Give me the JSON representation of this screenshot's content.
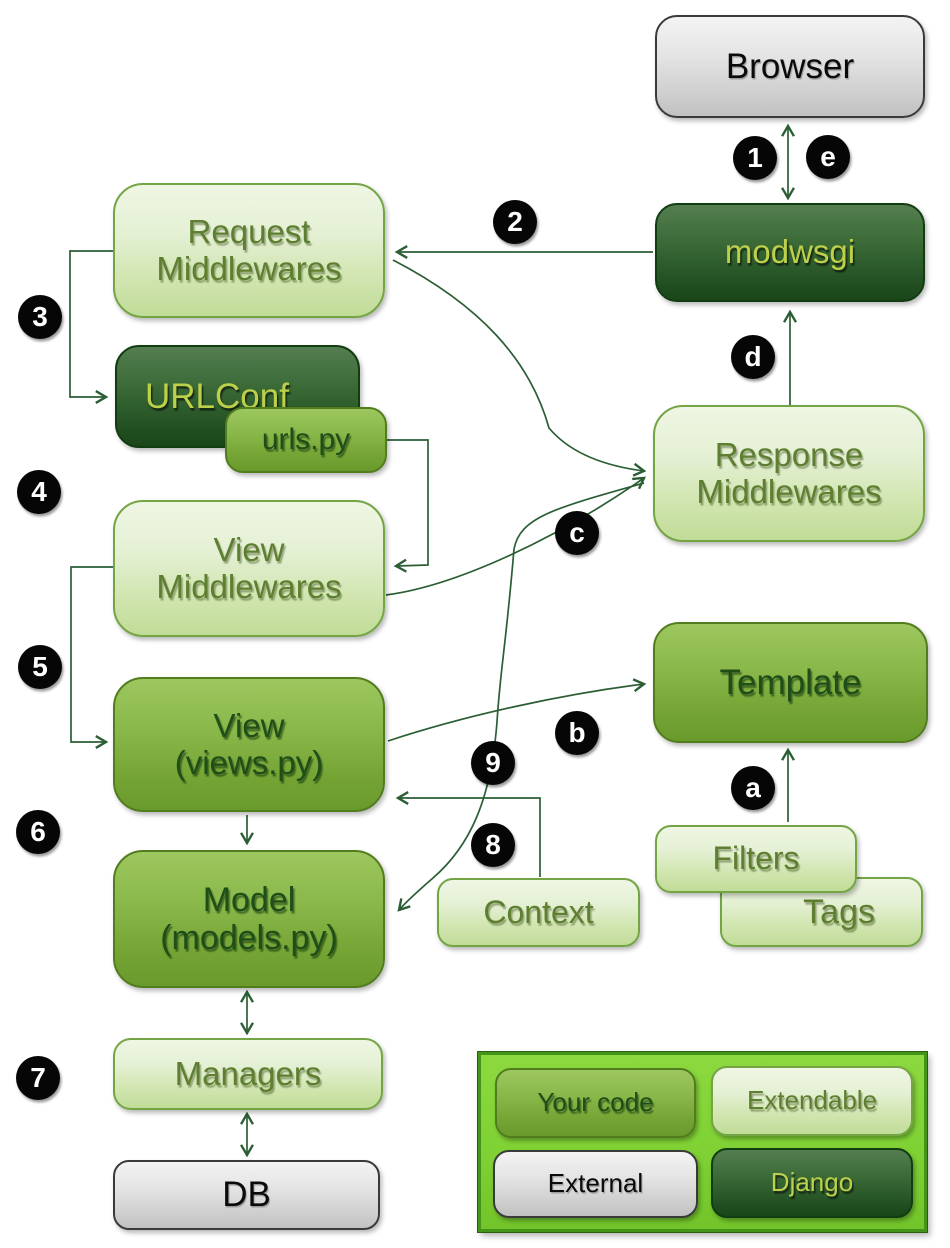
{
  "diagram": {
    "nodes": {
      "browser": {
        "label": "Browser",
        "type": "external"
      },
      "modwsgi": {
        "label": "modwsgi",
        "type": "django"
      },
      "request_middlewares": {
        "label": "Request\nMiddlewares",
        "type": "extendable"
      },
      "urlconf": {
        "label": "URLConf",
        "type": "django"
      },
      "urls_py": {
        "label": "urls.py",
        "type": "your-code"
      },
      "view_middlewares": {
        "label": "View\nMiddlewares",
        "type": "extendable"
      },
      "view": {
        "label": "View\n(views.py)",
        "type": "your-code"
      },
      "model": {
        "label": "Model\n(models.py)",
        "type": "your-code"
      },
      "managers": {
        "label": "Managers",
        "type": "extendable"
      },
      "db": {
        "label": "DB",
        "type": "external"
      },
      "response_middlewares": {
        "label": "Response\nMiddlewares",
        "type": "extendable"
      },
      "template": {
        "label": "Template",
        "type": "your-code"
      },
      "filters": {
        "label": "Filters",
        "type": "extendable"
      },
      "tags": {
        "label": "Tags",
        "type": "extendable"
      },
      "context": {
        "label": "Context",
        "type": "extendable"
      }
    },
    "badges": [
      {
        "label": "1"
      },
      {
        "label": "2"
      },
      {
        "label": "3"
      },
      {
        "label": "4"
      },
      {
        "label": "5"
      },
      {
        "label": "6"
      },
      {
        "label": "7"
      },
      {
        "label": "8"
      },
      {
        "label": "9"
      },
      {
        "label": "a"
      },
      {
        "label": "b"
      },
      {
        "label": "c"
      },
      {
        "label": "d"
      },
      {
        "label": "e"
      }
    ],
    "edges": [
      {
        "from": "browser",
        "to": "modwsgi",
        "style": "double-arrow",
        "labels": [
          "1",
          "e"
        ]
      },
      {
        "from": "modwsgi",
        "to": "request_middlewares",
        "style": "arrow",
        "labels": [
          "2"
        ]
      },
      {
        "from": "request_middlewares",
        "to": "urlconf",
        "style": "elbow-arrow",
        "labels": [
          "3"
        ]
      },
      {
        "from": "urls_py",
        "to": "view_middlewares",
        "style": "elbow-arrow",
        "labels": [
          "4"
        ]
      },
      {
        "from": "view_middlewares",
        "to": "view",
        "style": "elbow-arrow",
        "labels": [
          "5"
        ]
      },
      {
        "from": "view",
        "to": "model",
        "style": "arrow",
        "labels": [
          "6"
        ]
      },
      {
        "from": "model",
        "to": "managers",
        "style": "double-arrow",
        "labels": [
          "7"
        ]
      },
      {
        "from": "managers",
        "to": "db",
        "style": "double-arrow",
        "labels": []
      },
      {
        "from": "context",
        "to": "view",
        "style": "elbow-arrow",
        "labels": [
          "8"
        ]
      },
      {
        "from": "response_middlewares",
        "to": "model",
        "style": "curve-arrow",
        "labels": [
          "9",
          "c"
        ]
      },
      {
        "from": "view",
        "to": "template",
        "style": "curve-arrow",
        "labels": [
          "b"
        ]
      },
      {
        "from": "request_middlewares",
        "to": "response_middlewares",
        "style": "curve-arrow",
        "labels": []
      },
      {
        "from": "view_middlewares",
        "to": "response_middlewares",
        "style": "curve-arrow",
        "labels": []
      },
      {
        "from": "filters",
        "to": "template",
        "style": "arrow",
        "labels": [
          "a"
        ]
      },
      {
        "from": "response_middlewares",
        "to": "modwsgi",
        "style": "arrow",
        "labels": [
          "d"
        ]
      }
    ],
    "legend": {
      "items": [
        {
          "label": "Your code",
          "type": "your-code"
        },
        {
          "label": "Extendable",
          "type": "extendable"
        },
        {
          "label": "External",
          "type": "external"
        },
        {
          "label": "Django",
          "type": "django"
        }
      ]
    },
    "colors": {
      "line": "#2b5e35",
      "badge_bg": "#060606",
      "badge_text": "#ffffff",
      "your_code": "#7fae3d",
      "extendable": "#dcecc3",
      "external": "#d9d9d9",
      "django": "#2d5a2a",
      "legend_panel": "#80d135"
    }
  }
}
